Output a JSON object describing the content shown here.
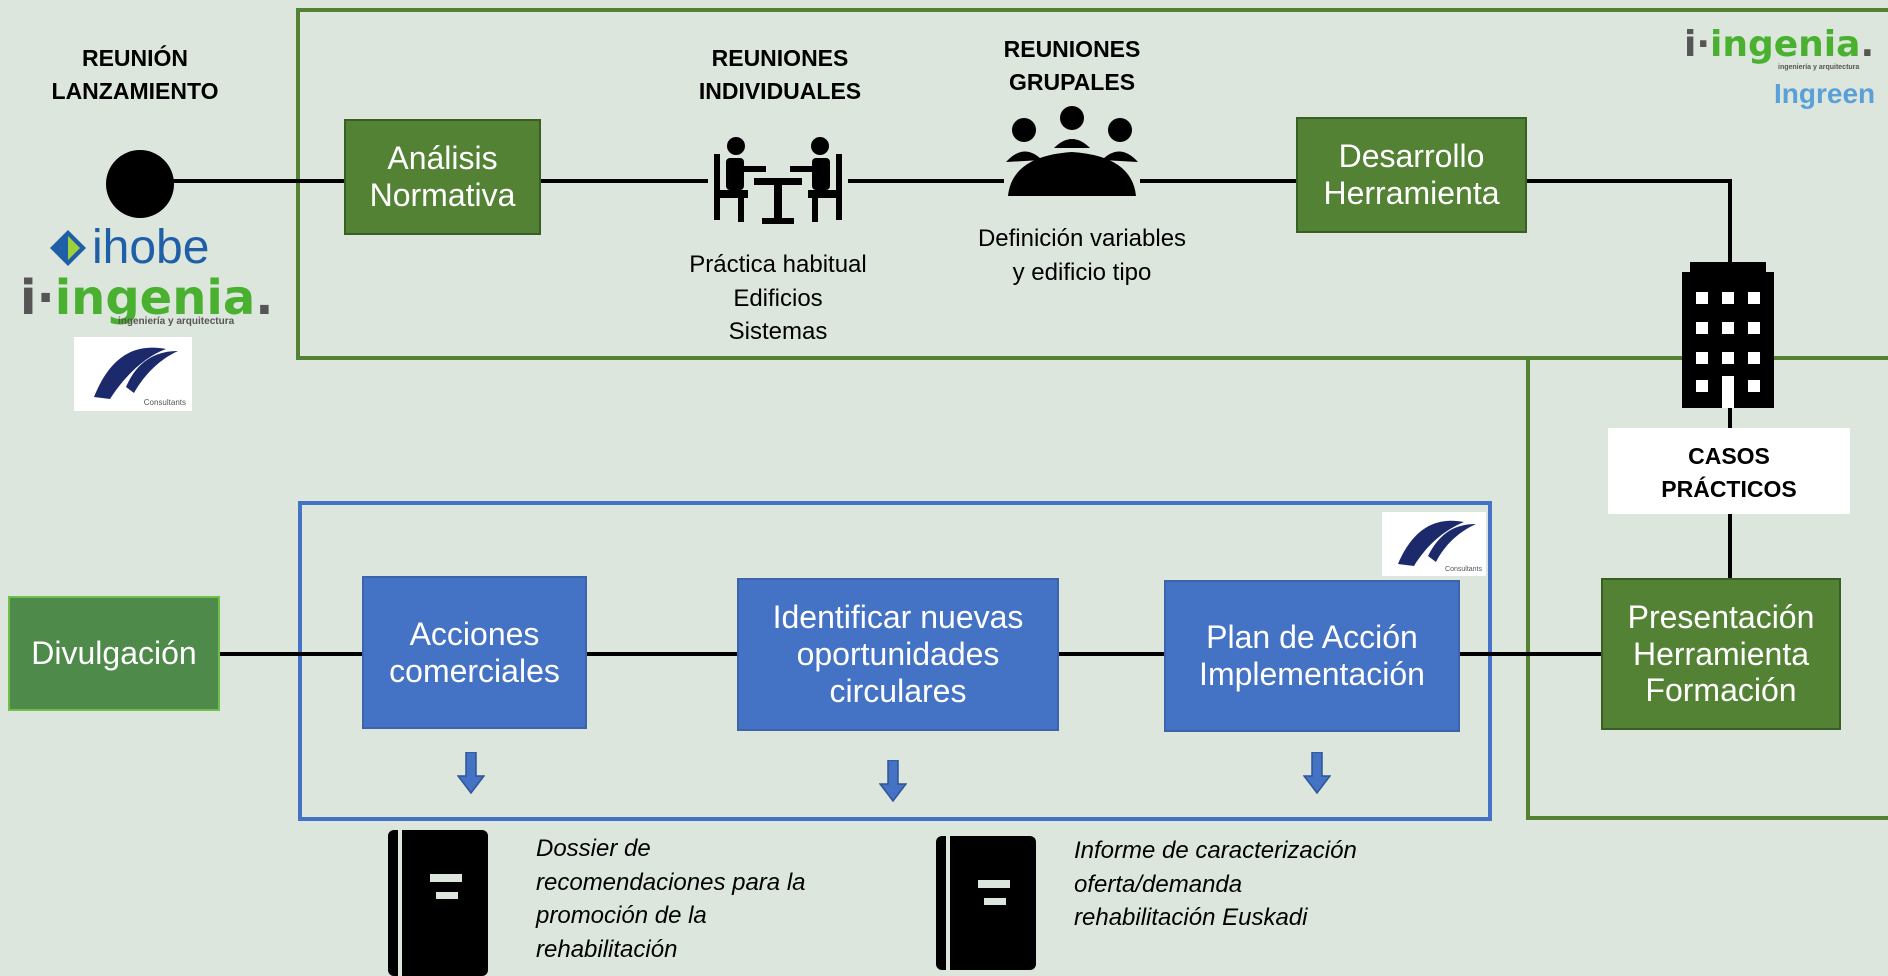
{
  "headings": {
    "launch": "REUNIÓN\nLANZAMIENTO",
    "individual": "REUNIONES\nINDIVIDUALES",
    "group": "REUNIONES\nGRUPALES",
    "cases": "CASOS\nPRÁCTICOS"
  },
  "boxes": {
    "analisis": "Análisis\nNormativa",
    "desarrollo": "Desarrollo\nHerramienta",
    "presentacion": "Presentación\nHerramienta\nFormación",
    "divulgacion": "Divulgación",
    "acciones": "Acciones\ncomerciales",
    "identificar": "Identificar nuevas\noportunidades\ncirculares",
    "plan": "Plan de Acción\nImplementación"
  },
  "captions": {
    "individual": "Práctica habitual\nEdificios\nSistemas",
    "group": "Definición variables\ny edificio tipo"
  },
  "outputs": {
    "dossier": "Dossier de\nrecomendaciones para la\npromoción de la\nrehabilitación",
    "informe": "Informe de caracterización\noferta/demanda\nrehabilitación Euskadi"
  },
  "logos": {
    "ihobe": "ihobe",
    "ingenia_prefix": "i·",
    "ingenia": "ingenia",
    "ingenia_dot": ".",
    "ingenia_sub": "ingeniería y arquitectura",
    "ingreen": "Ingreen",
    "sf_sub": "Consultants"
  },
  "colors": {
    "background": "#dce6dc",
    "green_box": "#548235",
    "blue_box": "#4472c4",
    "green_frame": "#548235",
    "blue_frame": "#4472c4"
  }
}
